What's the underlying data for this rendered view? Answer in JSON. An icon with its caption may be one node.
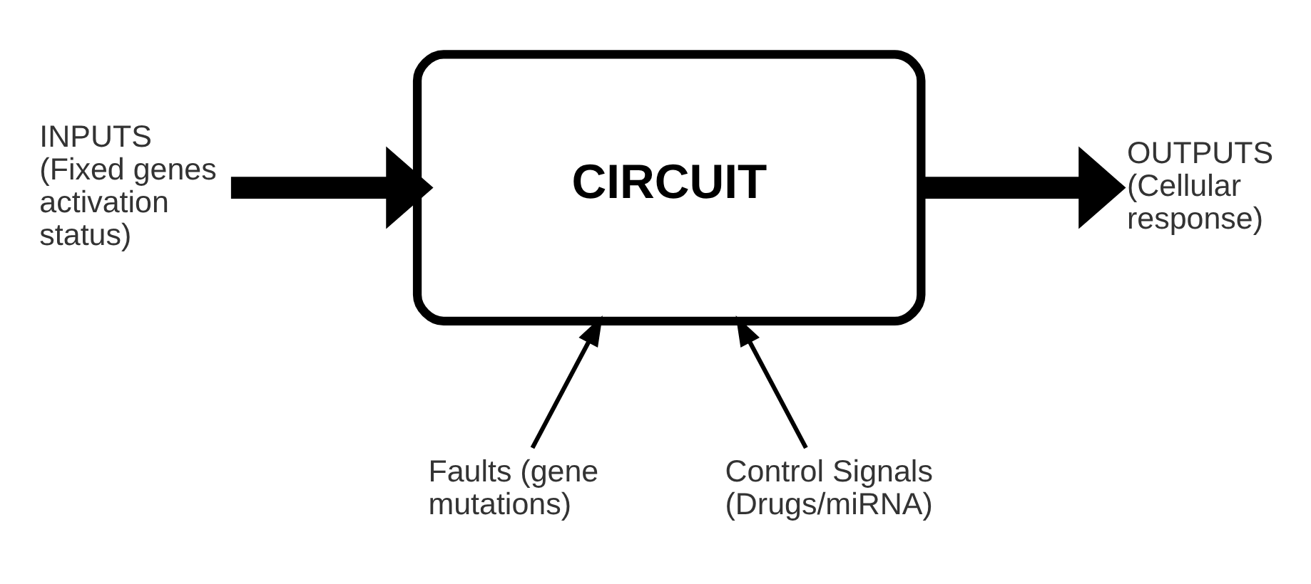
{
  "diagram": {
    "nodes": [
      {
        "text": [
          "CIRCUIT"
        ]
      },
      {
        "text": [
          "INPUTS",
          "(Fixed genes activation status)"
        ]
      },
      {
        "text": [
          "OUTPUTS",
          "(Cellular response)"
        ]
      },
      {
        "text": [
          "Faults (gene mutations)"
        ]
      },
      {
        "text": [
          "Control Signals (Drugs/miRNA)"
        ]
      }
    ],
    "edges": [
      {
        "from": 1,
        "to": 0,
        "arrow": "to",
        "style": "thick"
      },
      {
        "from": 0,
        "to": 2,
        "arrow": "to",
        "style": "thick"
      },
      {
        "from": 3,
        "to": 0,
        "arrow": "to"
      },
      {
        "from": 4,
        "to": 0,
        "arrow": "to"
      }
    ]
  }
}
